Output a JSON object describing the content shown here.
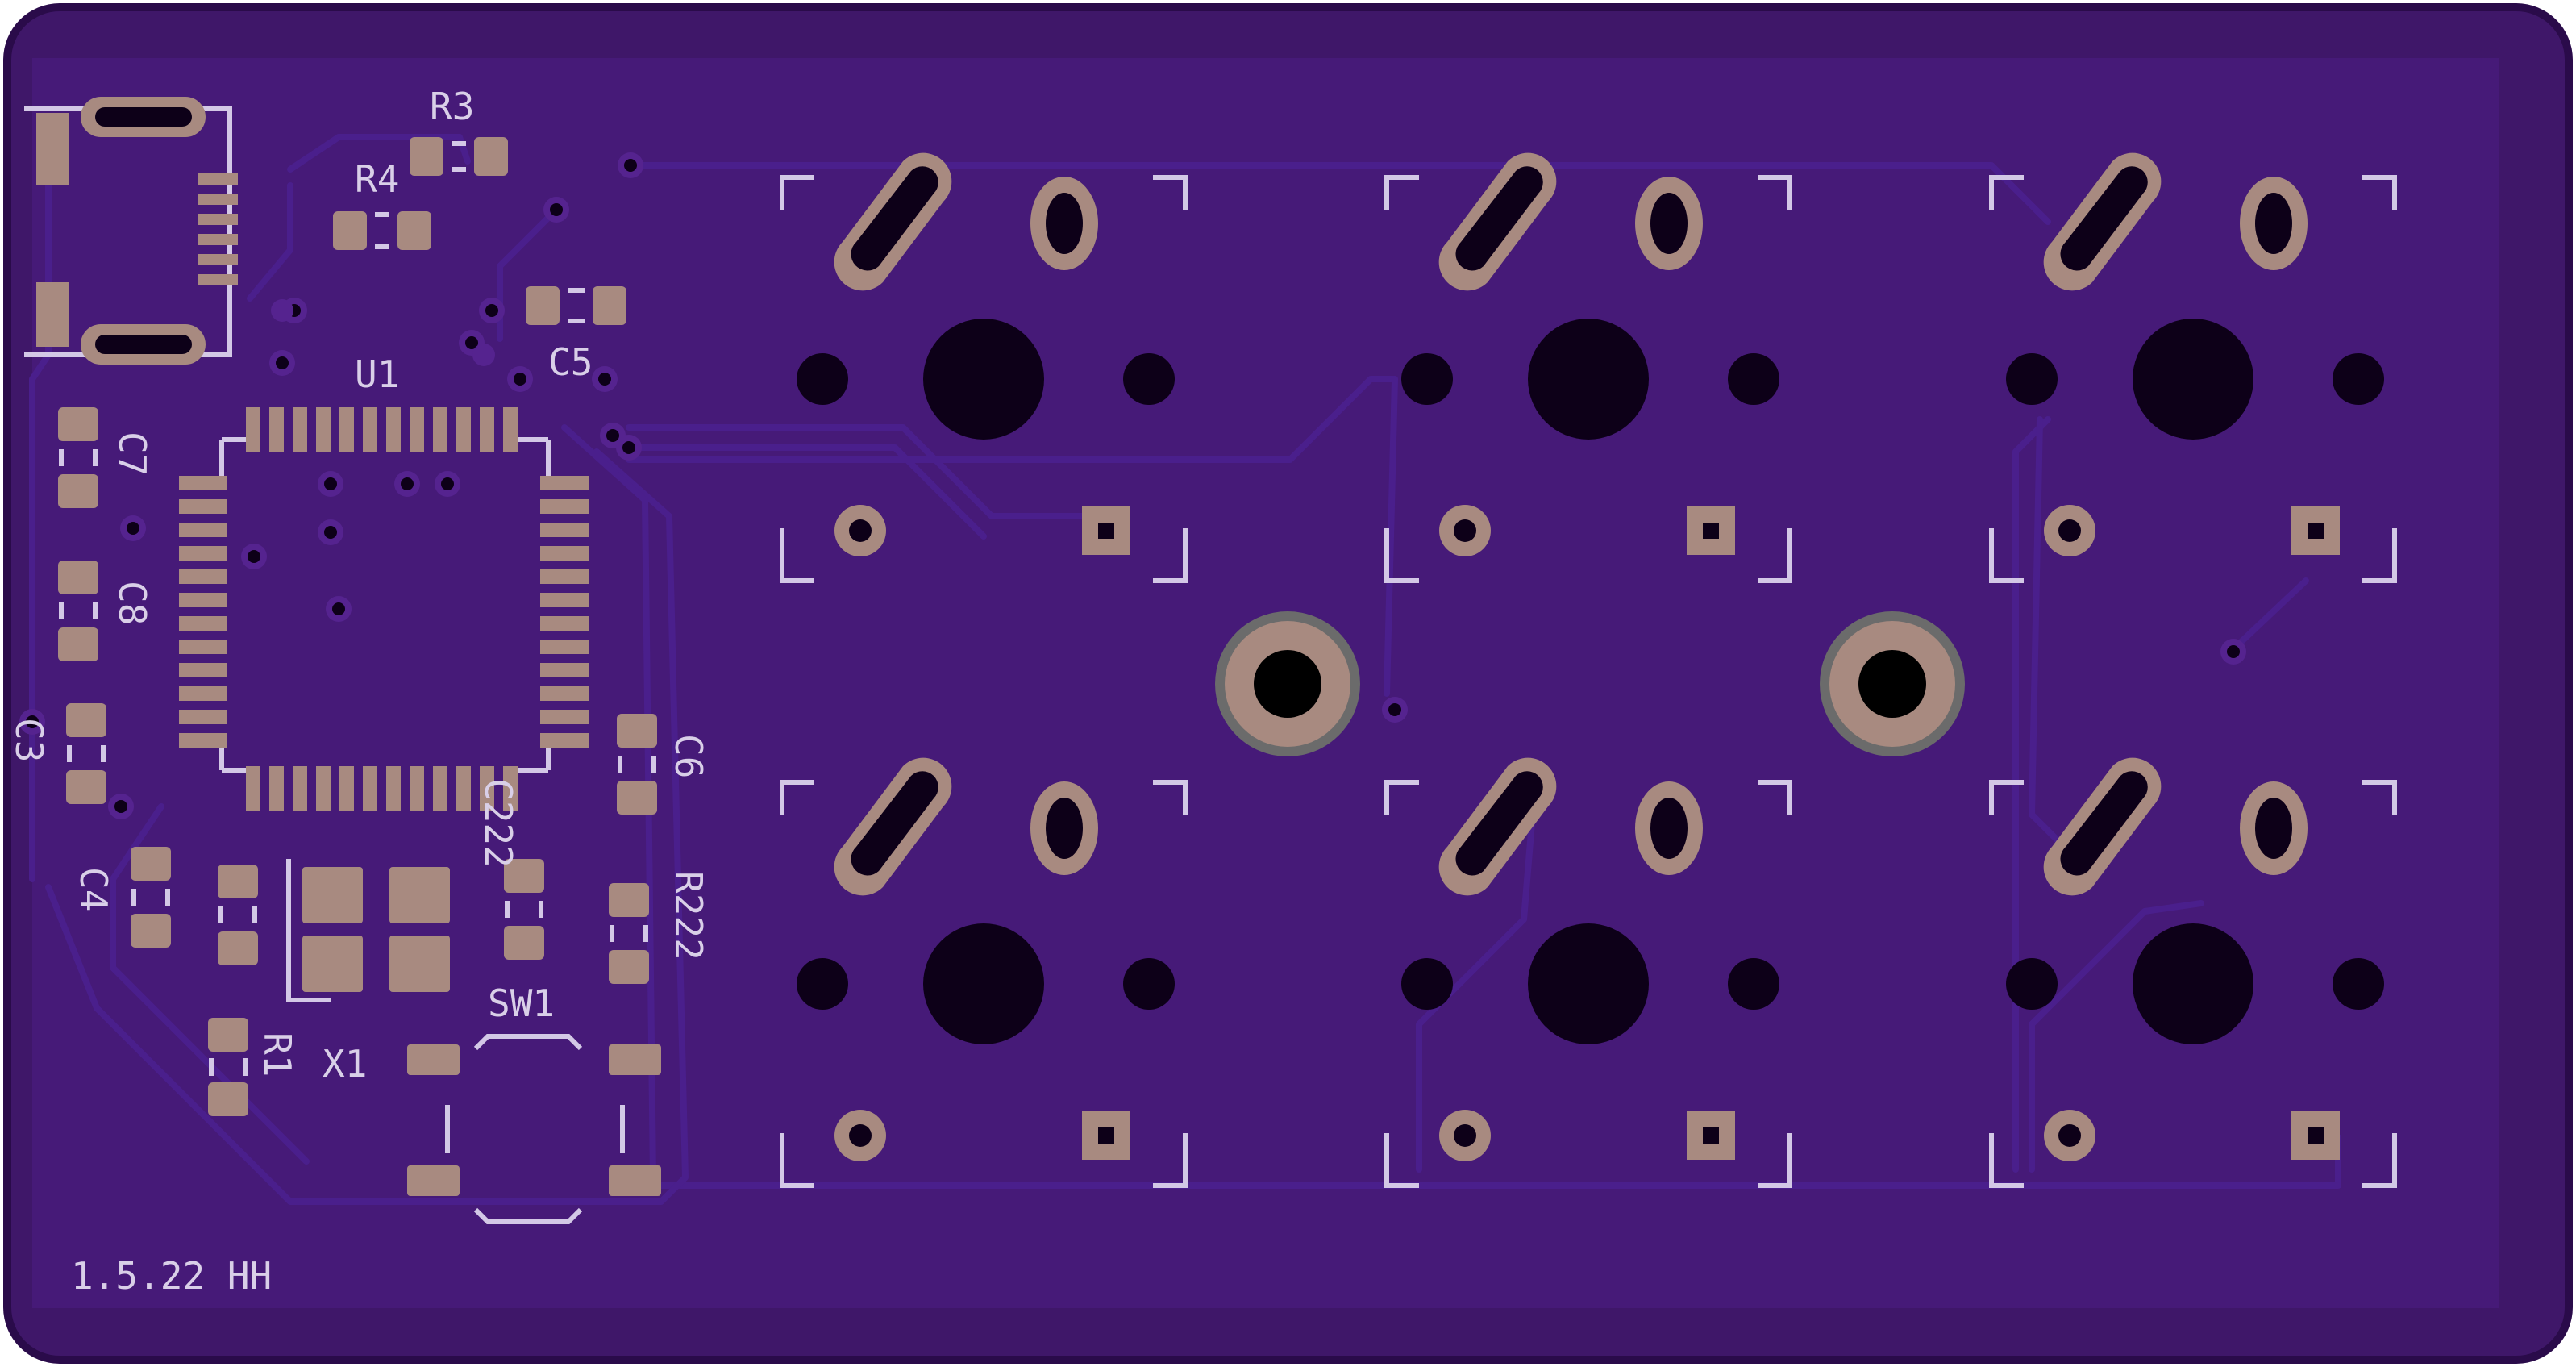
{
  "board": {
    "colors": {
      "soldermask": "#3f1769",
      "board_edge": "#2a0b4a",
      "inner": "#471b7a",
      "pad_copper": "#a88a80",
      "silkscreen": "#d9cfe8",
      "hole": "#000000"
    },
    "version_label": "1.5.22 HH"
  },
  "components": {
    "R3": "R3",
    "R4": "R4",
    "U1": "U1",
    "C5": "C5",
    "C7": "C7",
    "C8": "C8",
    "C3": "C3",
    "C6": "C6",
    "C4": "C4",
    "C222": "C222",
    "R222": "R222",
    "R1": "R1",
    "X1": "X1",
    "SW1": "SW1"
  },
  "switches": {
    "count": 6,
    "layout": "2 rows x 3 columns"
  }
}
